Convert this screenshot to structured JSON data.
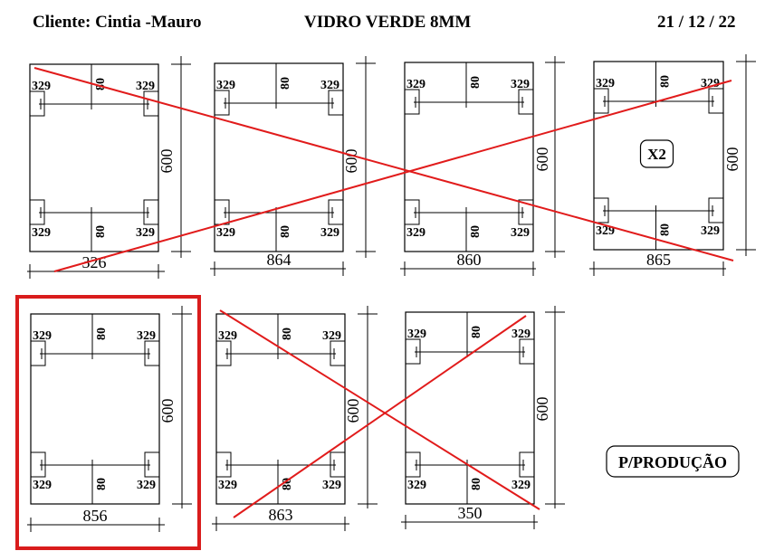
{
  "header": {
    "client": "Cliente: Cintia -Mauro",
    "product": "VIDRO VERDE  8MM",
    "date": "21 / 12 / 22"
  },
  "colors": {
    "line": "#000000",
    "cross": "#e11b1b",
    "highlight": "#d91c1c"
  },
  "panels": [
    {
      "id": "p1",
      "width_label": "326",
      "height_label": "600",
      "hole_label": "329",
      "notch_label": "80",
      "crossed": true,
      "highlighted": false,
      "badge": ""
    },
    {
      "id": "p2",
      "width_label": "864",
      "height_label": "600",
      "hole_label": "329",
      "notch_label": "80",
      "crossed": true,
      "highlighted": false,
      "badge": ""
    },
    {
      "id": "p3",
      "width_label": "860",
      "height_label": "600",
      "hole_label": "329",
      "notch_label": "80",
      "crossed": true,
      "highlighted": false,
      "badge": ""
    },
    {
      "id": "p4",
      "width_label": "865",
      "height_label": "600",
      "hole_label": "329",
      "notch_label": "80",
      "crossed": true,
      "highlighted": false,
      "badge": "X2"
    },
    {
      "id": "p5",
      "width_label": "856",
      "height_label": "600",
      "hole_label": "329",
      "notch_label": "80",
      "crossed": false,
      "highlighted": true,
      "badge": ""
    },
    {
      "id": "p6",
      "width_label": "863",
      "height_label": "600",
      "hole_label": "329",
      "notch_label": "80",
      "crossed": true,
      "highlighted": false,
      "badge": ""
    },
    {
      "id": "p7",
      "width_label": "350",
      "height_label": "600",
      "hole_label": "329",
      "notch_label": "80",
      "crossed": true,
      "highlighted": false,
      "badge": ""
    }
  ],
  "status_label": "P/PRODUÇÃO"
}
